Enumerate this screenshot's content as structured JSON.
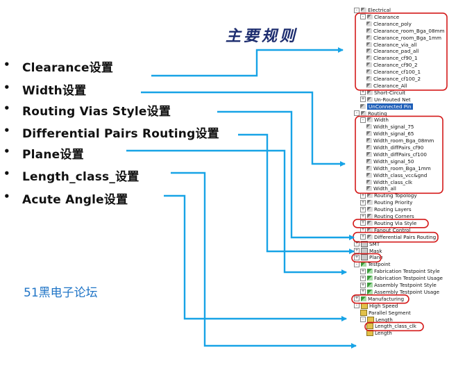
{
  "title": "主要规则",
  "watermark": "51黑电子论坛",
  "bullet_glyph": "•",
  "rule_items": [
    {
      "text": "Clearance设置"
    },
    {
      "text": "Width设置"
    },
    {
      "text": "Routing Vias Style设置"
    },
    {
      "text": "Differential Pairs Routing设置"
    },
    {
      "text": "Plane设置"
    },
    {
      "text": "Length_class_设置"
    },
    {
      "text": "Acute Angle设置"
    }
  ],
  "tree": [
    {
      "label": "Electrical",
      "level": 0,
      "exp": "−",
      "icon": "rule"
    },
    {
      "label": "Clearance",
      "level": 1,
      "exp": "−",
      "icon": "rule"
    },
    {
      "label": "Clearance_poly",
      "level": 2,
      "icon": "rule"
    },
    {
      "label": "Clearance_room_Bga_08mm",
      "level": 2,
      "icon": "rule"
    },
    {
      "label": "Clearance_room_Bga_1mm",
      "level": 2,
      "icon": "rule"
    },
    {
      "label": "Clearance_via_all",
      "level": 2,
      "icon": "rule"
    },
    {
      "label": "Clearance_pad_all",
      "level": 2,
      "icon": "rule"
    },
    {
      "label": "Clearance_cf90_1",
      "level": 2,
      "icon": "rule"
    },
    {
      "label": "Clearance_cf90_2",
      "level": 2,
      "icon": "rule"
    },
    {
      "label": "Clearance_cf100_1",
      "level": 2,
      "icon": "rule"
    },
    {
      "label": "Clearance_cf100_2",
      "level": 2,
      "icon": "rule"
    },
    {
      "label": "Clearance_All",
      "level": 2,
      "icon": "rule"
    },
    {
      "label": "Short-Circuit",
      "level": 1,
      "exp": "+",
      "icon": "rule"
    },
    {
      "label": "Un-Routed Net",
      "level": 1,
      "exp": "+",
      "icon": "rule"
    },
    {
      "label": "UnConnected Pin",
      "level": 1,
      "icon": "rule",
      "selected": true
    },
    {
      "label": "Routing",
      "level": 0,
      "exp": "−",
      "icon": "rule"
    },
    {
      "label": "Width",
      "level": 1,
      "exp": "−",
      "icon": "rule"
    },
    {
      "label": "Width_signal_75",
      "level": 2,
      "icon": "rule"
    },
    {
      "label": "Width_signal_65",
      "level": 2,
      "icon": "rule"
    },
    {
      "label": "Width_room_Bga_08mm",
      "level": 2,
      "icon": "rule"
    },
    {
      "label": "Width_diffPairs_cf90",
      "level": 2,
      "icon": "rule"
    },
    {
      "label": "Width_diffPairs_cf100",
      "level": 2,
      "icon": "rule"
    },
    {
      "label": "Width_signal_50",
      "level": 2,
      "icon": "rule"
    },
    {
      "label": "Width_room_Bga_1mm",
      "level": 2,
      "icon": "rule"
    },
    {
      "label": "Width_class_vcc&gnd",
      "level": 2,
      "icon": "rule"
    },
    {
      "label": "Width_class_clk",
      "level": 2,
      "icon": "rule"
    },
    {
      "label": "Width_all",
      "level": 2,
      "icon": "rule"
    },
    {
      "label": "Routing Topology",
      "level": 1,
      "exp": "+",
      "icon": "rule"
    },
    {
      "label": "Routing Priority",
      "level": 1,
      "exp": "+",
      "icon": "rule"
    },
    {
      "label": "Routing Layers",
      "level": 1,
      "exp": "+",
      "icon": "rule"
    },
    {
      "label": "Routing Corners",
      "level": 1,
      "exp": "+",
      "icon": "rule"
    },
    {
      "label": "Routing Via Style",
      "level": 1,
      "exp": "+",
      "icon": "rule"
    },
    {
      "label": "Fanout Control",
      "level": 1,
      "exp": "+",
      "icon": "rule"
    },
    {
      "label": "Differential Pairs Routing",
      "level": 1,
      "exp": "+",
      "icon": "rule"
    },
    {
      "label": "SMT",
      "level": 0,
      "exp": "+",
      "icon": "cat"
    },
    {
      "label": "Mask",
      "level": 0,
      "exp": "+",
      "icon": "cat"
    },
    {
      "label": "Plane",
      "level": 0,
      "exp": "+",
      "icon": "cat"
    },
    {
      "label": "Testpoint",
      "level": 0,
      "exp": "−",
      "icon": "green"
    },
    {
      "label": "Fabrication Testpoint Style",
      "level": 1,
      "exp": "+",
      "icon": "green"
    },
    {
      "label": "Fabrication Testpoint Usage",
      "level": 1,
      "exp": "+",
      "icon": "green"
    },
    {
      "label": "Assembly Testpoint Style",
      "level": 1,
      "exp": "+",
      "icon": "green"
    },
    {
      "label": "Assembly Testpoint Usage",
      "level": 1,
      "exp": "+",
      "icon": "green"
    },
    {
      "label": "Manufacturing",
      "level": 0,
      "exp": "+",
      "icon": "green"
    },
    {
      "label": "High Speed",
      "level": 0,
      "exp": "−",
      "icon": "len"
    },
    {
      "label": "Parallel Segment",
      "level": 1,
      "icon": "len"
    },
    {
      "label": "Length",
      "level": 1,
      "exp": "−",
      "icon": "len"
    },
    {
      "label": "Length_class_clk",
      "level": 2,
      "icon": "len"
    },
    {
      "label": "Length",
      "level": 2,
      "icon": "len"
    }
  ],
  "colors": {
    "arrow": "#17a3e6",
    "box": "#d41a1a",
    "title": "#1c2c6e",
    "watermark": "#1f74c6",
    "selected": "#1f5fb8"
  }
}
